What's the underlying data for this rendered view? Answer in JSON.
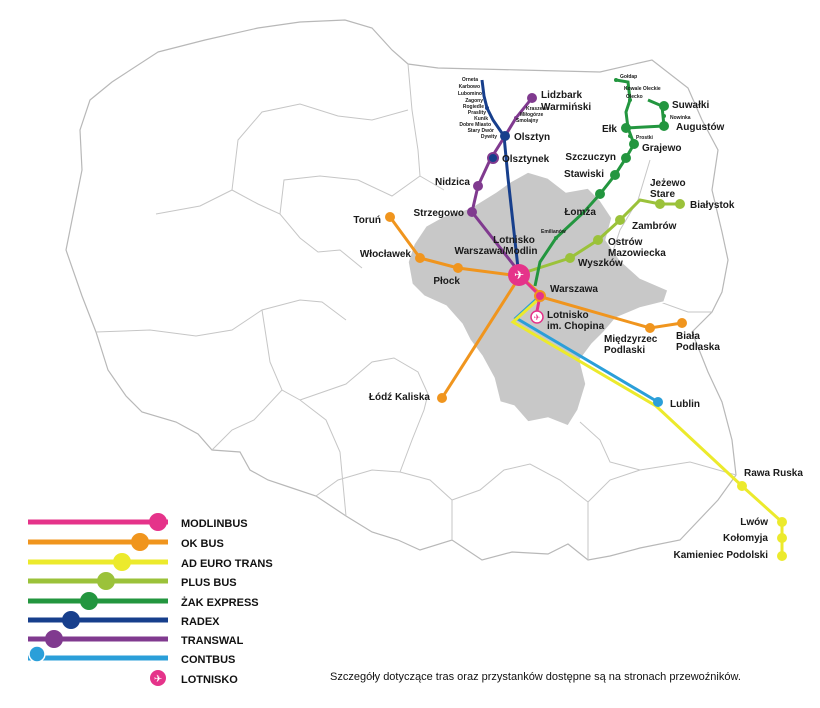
{
  "colors": {
    "modlinbus": "#e5338a",
    "ok_bus": "#f0951e",
    "ad_euro_trans": "#ecea2c",
    "plus_bus": "#9bc23a",
    "zak_express": "#23963f",
    "radex": "#173f8c",
    "transwal": "#803a8f",
    "contbus": "#2b9fd9",
    "region_fill": "#c8c8c8",
    "border": "#b3b3b3"
  },
  "cities": {
    "lidzbark": "Lidzbark",
    "warminski": "Warmiński",
    "olsztyn": "Olsztyn",
    "olsztynek": "Olsztynek",
    "nidzica": "Nidzica",
    "strzegowo": "Strzegowo",
    "torun": "Toruń",
    "wloclawek": "Włocławek",
    "plock": "Płock",
    "lotnisko": "Lotnisko",
    "modlin": "Warszawa/Modlin",
    "warszawa": "Warszawa",
    "chopin_1": "Lotnisko",
    "chopin_2": "im. Chopina",
    "miedzyrzec_1": "Międzyrzec",
    "miedzyrzec_2": "Podlaski",
    "biala_1": "Biała",
    "biala_2": "Podlaska",
    "lodz": "Łódź Kaliska",
    "lublin": "Lublin",
    "rawa": "Rawa Ruska",
    "lwow": "Lwów",
    "kolomyja": "Kołomyja",
    "kamieniec": "Kamieniec Podolski",
    "suwalki": "Suwałki",
    "augustow": "Augustów",
    "elk": "Ełk",
    "grajewo": "Grajewo",
    "szczuczyn": "Szczuczyn",
    "stawiski": "Stawiski",
    "lomza": "Łomża",
    "jezewo_1": "Jeżewo",
    "jezewo_2": "Stare",
    "bialystok": "Białystok",
    "zambrow": "Zambrów",
    "ostrow_1": "Ostrów",
    "ostrow_2": "Mazowiecka",
    "wyszkow": "Wyszków",
    "emilianow": "Emilianów",
    "goldap": "Gołdap",
    "kowale": "Kowale Oleckie",
    "olecko": "Olecko",
    "nowinka": "Nowinka",
    "prostki": "Prostki",
    "orneta": "Orneta",
    "karbowo": "Karbowo",
    "lubomino": "Lubomino",
    "zagony": "Zagony",
    "rogiedle": "Rogiedle",
    "praslity": "Praslity",
    "kunik": "Kunik",
    "dobre_miasto": "Dobre Miasto",
    "stary_dwor": "Stary Dwór",
    "dywity": "Dywity",
    "kraszewo": "Kraszewo",
    "milogorze": "Miłogórze",
    "smolajny": "Smolajny"
  },
  "legend": [
    {
      "label": "MODLINBUS",
      "color": "#e5338a",
      "dot_pos": "right"
    },
    {
      "label": "OK BUS",
      "color": "#f0951e",
      "dot_pos": "right"
    },
    {
      "label": "AD EURO TRANS",
      "color": "#ecea2c",
      "dot_pos": "right"
    },
    {
      "label": "PLUS BUS",
      "color": "#9bc23a",
      "dot_pos": "middle"
    },
    {
      "label": "ŻAK EXPRESS",
      "color": "#23963f",
      "dot_pos": "middle"
    },
    {
      "label": "RADEX",
      "color": "#173f8c",
      "dot_pos": "middle"
    },
    {
      "label": "TRANSWAL",
      "color": "#803a8f",
      "dot_pos": "left"
    },
    {
      "label": "CONTBUS",
      "color": "#2b9fd9",
      "dot_pos": "left"
    },
    {
      "label": "LOTNISKO",
      "icon": "airport-icon"
    }
  ],
  "note": "Szczegóły dotyczące  tras oraz przystanków dostępne są na stronach przewoźników."
}
